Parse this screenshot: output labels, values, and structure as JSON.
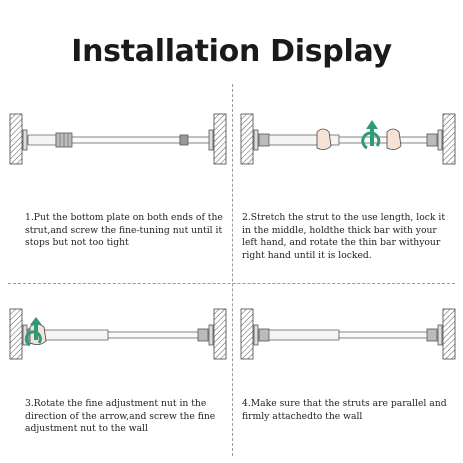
{
  "title": "Installation Display",
  "steps": [
    {
      "text": "1.Put the bottom plate on both ends of the strut,and screw the fine-tuning nut until it stops but not too tight"
    },
    {
      "text": "2.Stretch the strut to the use length, lock it in the middle, holdthe thick bar with your left hand, and rotate the thin bar withyour right hand until it is locked."
    },
    {
      "text": "3.Rotate the fine adjustment nut in the direction of the arrow,and screw the fine adjustment nut to the wall"
    },
    {
      "text": "4.Make sure that the struts are parallel and firmly attachedto the wall"
    }
  ]
}
